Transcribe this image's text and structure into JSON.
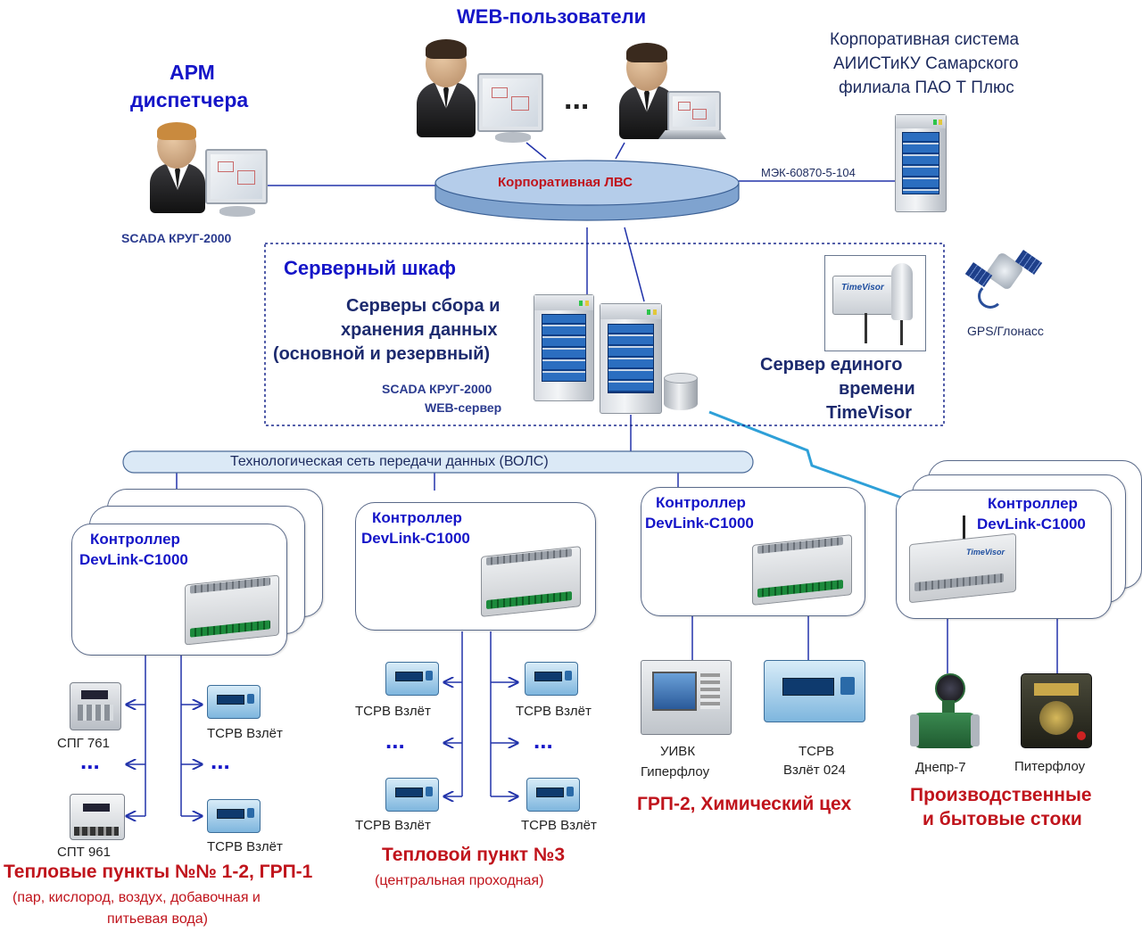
{
  "top": {
    "web_users": "WEB-пользователи",
    "ellipsis": "...",
    "arm_line1": "АРМ",
    "arm_line2": "диспетчера",
    "scada_arm": "SCADA КРУГ-2000",
    "corp_line1": "Корпоративная система",
    "corp_line2": "АИИСТиКУ Самарского",
    "corp_line3": "филиала ПАО Т Плюс",
    "lan": "Корпоративная ЛВС",
    "protocol": "МЭК-60870-5-104",
    "gps": "GPS/Глонасс"
  },
  "server_cabinet": {
    "title": "Серверный шкаф",
    "servers_line1": "Серверы сбора и",
    "servers_line2": "хранения данных",
    "servers_line3": "(основной и резервный)",
    "scada": "SCADA КРУГ-2000",
    "web_server": "WEB-сервер",
    "time_line1": "Сервер единого",
    "time_line2": "времени",
    "time_line3": "TimeVisor",
    "timevisor_logo": "TimeVisor"
  },
  "network": {
    "bus": "Технологическая сеть передачи данных (ВОЛС)"
  },
  "controllers": [
    {
      "line1": "Контроллер",
      "line2": "DevLink-C1000"
    },
    {
      "line1": "Контроллер",
      "line2": "DevLink-C1000"
    },
    {
      "line1": "Контроллер",
      "line2": "DevLink-C1000"
    },
    {
      "line1": "Контроллер",
      "line2": "DevLink-C1000"
    }
  ],
  "group1": {
    "spg761": "СПГ 761",
    "spt961": "СПТ 961",
    "tsrv_a": "ТСРВ Взлёт",
    "tsrv_b": "ТСРВ Взлёт",
    "dots": "...",
    "title": "Тепловые пункты №№ 1-2, ГРП-1",
    "sub_line1": "(пар, кислород, воздух, добавочная и",
    "sub_line2": "питьевая вода)"
  },
  "group2": {
    "tsrv1": "ТСРВ Взлёт",
    "tsrv2": "ТСРВ Взлёт",
    "tsrv3": "ТСРВ Взлёт",
    "tsrv4": "ТСРВ Взлёт",
    "dots": "...",
    "title": "Тепловой пункт №3",
    "sub": "(центральная проходная)"
  },
  "group3": {
    "uivk_line1": "УИВК",
    "uivk_line2": "Гиперфлоу",
    "tsrv_line1": "ТСРВ",
    "tsrv_line2": "Взлёт 024",
    "title": "ГРП-2, Химический цех"
  },
  "group4": {
    "dnepr": "Днепр-7",
    "piterflow": "Питерфлоу",
    "title_line1": "Производственные",
    "title_line2": "и бытовые стоки"
  },
  "colors": {
    "heading": "#1515c8",
    "navy": "#1c2a6e",
    "red": "#c0141c",
    "lan_fill": "#a9c4e6",
    "fiber": "#2ea0d8"
  }
}
